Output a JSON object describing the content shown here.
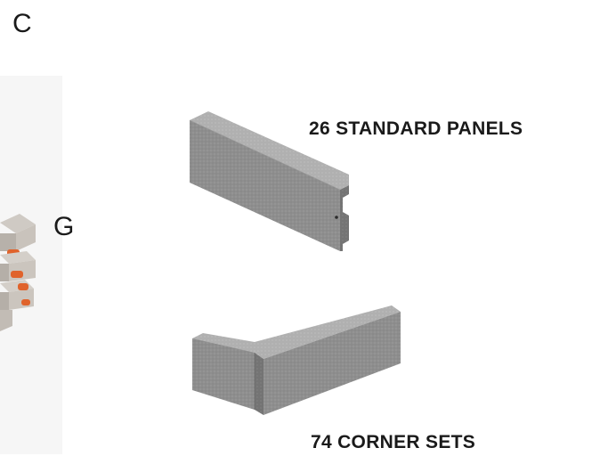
{
  "letters": {
    "c": "C",
    "g": "G"
  },
  "labels": {
    "standard_panels": "26 STANDARD PANELS",
    "corner_sets": "74 CORNER SETS"
  },
  "colors": {
    "panel_face": "#8c8c8c",
    "panel_top": "#b3b3b3",
    "panel_dark": "#6f6f6f",
    "stack_accent": "#e0632c",
    "stack_light": "#d8d4cf"
  }
}
